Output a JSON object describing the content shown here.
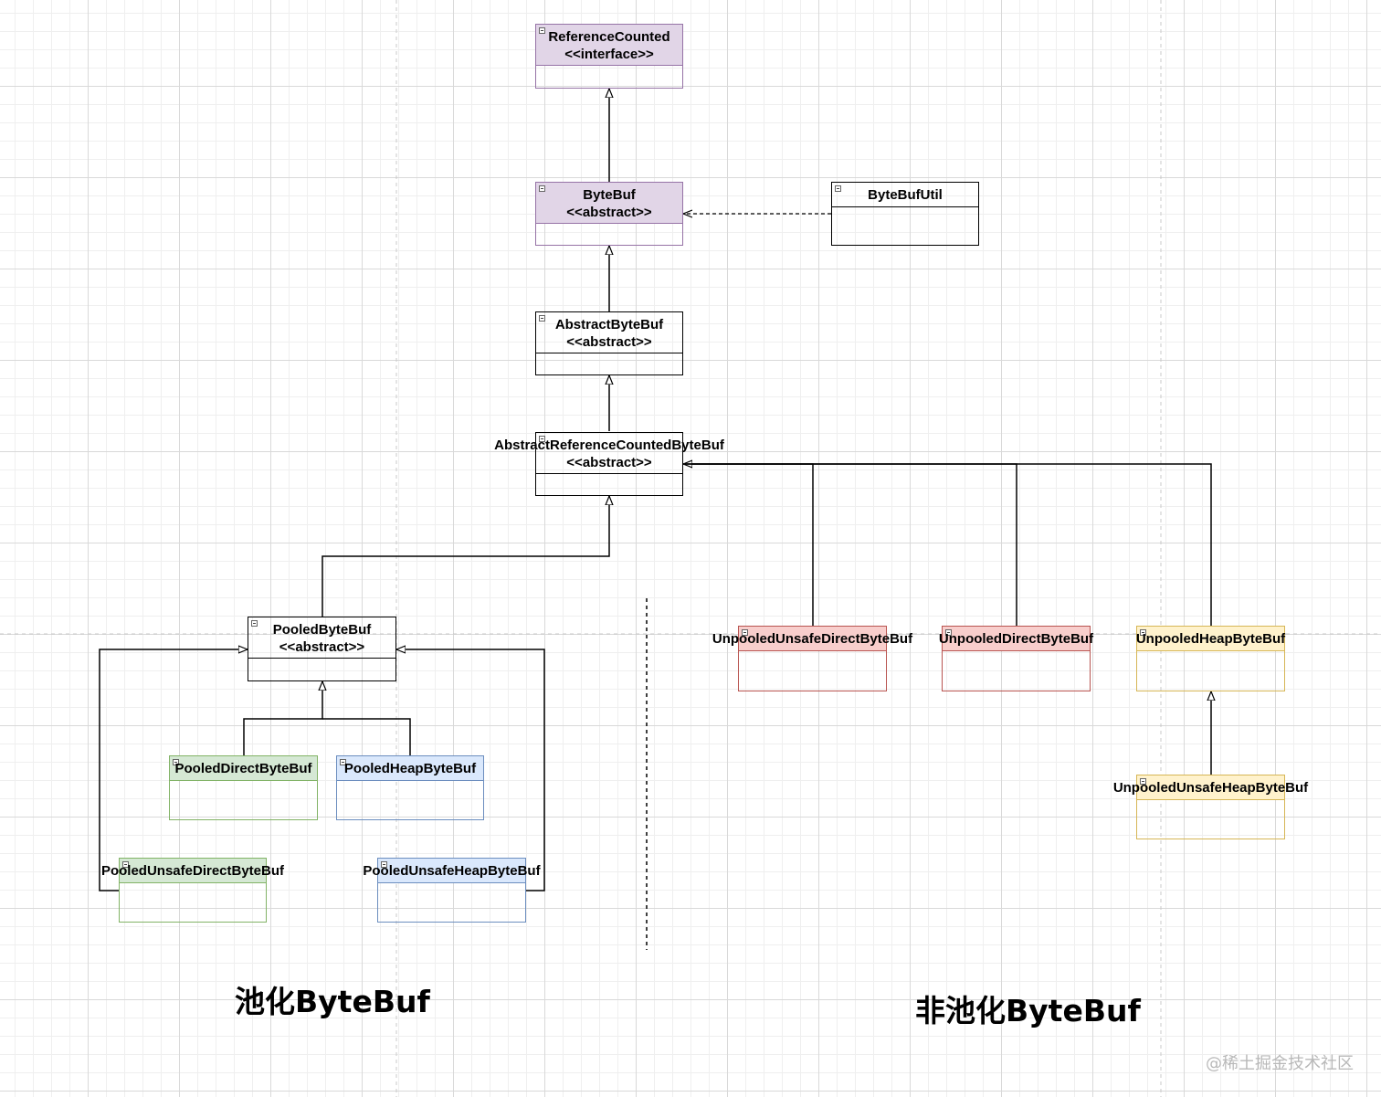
{
  "classes": {
    "reference_counted": {
      "name": "ReferenceCounted",
      "stereotype": "<<interface>>"
    },
    "byte_buf": {
      "name": "ByteBuf",
      "stereotype": "<<abstract>>"
    },
    "byte_buf_util": {
      "name": "ByteBufUtil"
    },
    "abstract_byte_buf": {
      "name": "AbstractByteBuf",
      "stereotype": "<<abstract>>"
    },
    "abstract_reference_counted_byte_buf": {
      "name": "AbstractReferenceCountedByteBuf",
      "stereotype": "<<abstract>>"
    },
    "pooled_byte_buf": {
      "name": "PooledByteBuf",
      "stereotype": "<<abstract>>"
    },
    "pooled_direct_byte_buf": {
      "name": "PooledDirectByteBuf"
    },
    "pooled_heap_byte_buf": {
      "name": "PooledHeapByteBuf"
    },
    "pooled_unsafe_direct_byte_buf": {
      "name": "PooledUnsafeDirectByteBuf"
    },
    "pooled_unsafe_heap_byte_buf": {
      "name": "PooledUnsafeHeapByteBuf"
    },
    "unpooled_unsafe_direct_byte_buf": {
      "name": "UnpooledUnsafeDirectByteBuf"
    },
    "unpooled_direct_byte_buf": {
      "name": "UnpooledDirectByteBuf"
    },
    "unpooled_heap_byte_buf": {
      "name": "UnpooledHeapByteBuf"
    },
    "unpooled_unsafe_heap_byte_buf": {
      "name": "UnpooledUnsafeHeapByteBuf"
    }
  },
  "sections": {
    "pooled_label": "池化ByteBuf",
    "unpooled_label": "非池化ByteBuf"
  },
  "watermark": "@稀土掘金技术社区",
  "colors": {
    "purple_fill": "#e1d5e7",
    "purple_stroke": "#9673a6",
    "green_fill": "#d5e8d4",
    "green_stroke": "#82b366",
    "blue_fill": "#dae8fc",
    "blue_stroke": "#6c8ebf",
    "red_fill": "#f8cecc",
    "red_stroke": "#b85450",
    "yellow_fill": "#fff2cc",
    "yellow_stroke": "#d6b656",
    "line": "#000000"
  }
}
